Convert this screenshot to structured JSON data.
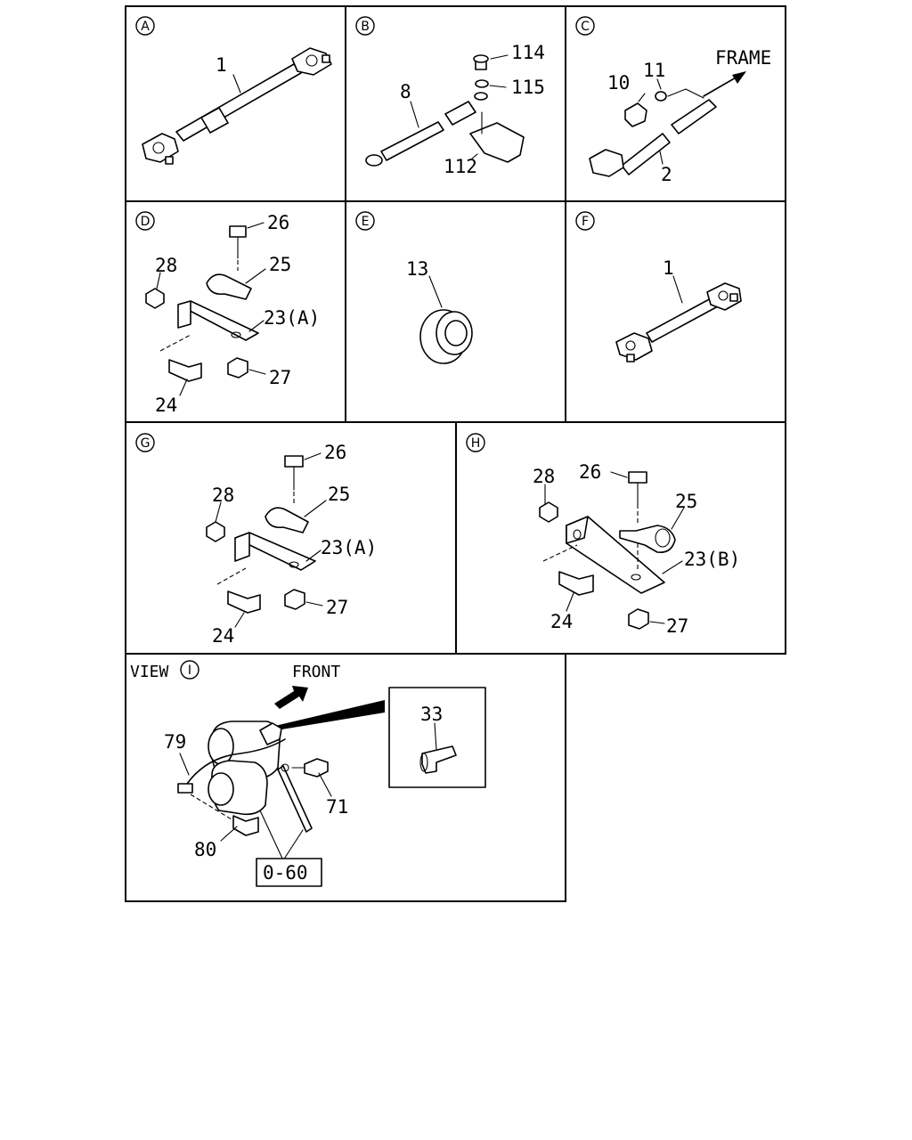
{
  "panels": {
    "a": {
      "badge": "A",
      "labels": {
        "l1": "1"
      }
    },
    "b": {
      "badge": "B",
      "labels": {
        "l8": "8",
        "l114": "114",
        "l115": "115",
        "l112": "112"
      }
    },
    "c": {
      "badge": "C",
      "labels": {
        "l10": "10",
        "l11": "11",
        "frame": "FRAME",
        "l2": "2"
      }
    },
    "d": {
      "badge": "D",
      "labels": {
        "l26": "26",
        "l28": "28",
        "l25": "25",
        "l23": "23(A)",
        "l27": "27",
        "l24": "24"
      }
    },
    "e": {
      "badge": "E",
      "labels": {
        "l13": "13"
      }
    },
    "f": {
      "badge": "F",
      "labels": {
        "l1": "1"
      }
    },
    "g": {
      "badge": "G",
      "labels": {
        "l26": "26",
        "l28": "28",
        "l25": "25",
        "l23": "23(A)",
        "l27": "27",
        "l24": "24"
      }
    },
    "h": {
      "badge": "H",
      "labels": {
        "l28": "28",
        "l26": "26",
        "l25": "25",
        "l23": "23(B)",
        "l24": "24",
        "l27": "27"
      }
    },
    "view": {
      "title": "VIEW",
      "badge": "I",
      "labels": {
        "front": "FRONT",
        "l33": "33",
        "l79": "79",
        "l71": "71",
        "l80": "80",
        "ref": "0-60"
      }
    }
  }
}
